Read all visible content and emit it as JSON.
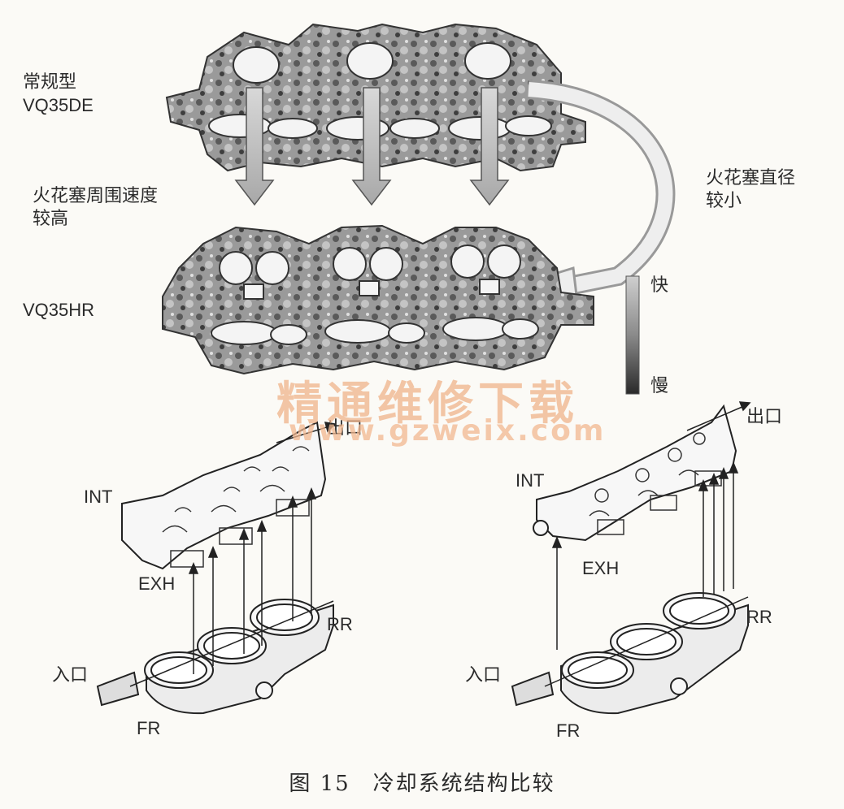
{
  "top": {
    "conventional_label": "常规型",
    "conventional_model": "VQ35DE",
    "new_model": "VQ35HR",
    "left_note": [
      "火花塞周围速度",
      "较高"
    ],
    "right_note": [
      "火花塞直径",
      "较小"
    ],
    "legend_fast": "快",
    "legend_slow": "慢"
  },
  "bottom": {
    "left": {
      "int": "INT",
      "exh": "EXH",
      "rr": "RR",
      "fr": "FR",
      "inlet": "入口",
      "outlet": "出口"
    },
    "right": {
      "int": "INT",
      "exh": "EXH",
      "rr": "RR",
      "fr": "FR",
      "inlet": "入口",
      "outlet": "出口"
    }
  },
  "watermark": {
    "line1": "精通维修下载",
    "line2": "www.gzweix.com"
  },
  "caption": {
    "figure_no": "图 15",
    "title": "冷却系统结构比较"
  },
  "colors": {
    "ink": "#2b2b2b",
    "gray": "#7a7a7a",
    "watermark": "#f0b48a"
  }
}
